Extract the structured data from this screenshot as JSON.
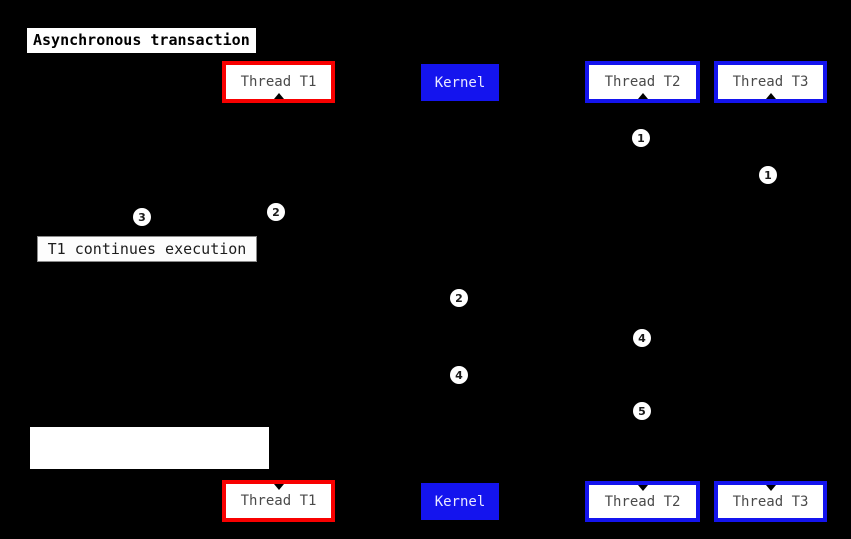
{
  "canvas": {
    "background": "#000000"
  },
  "colors": {
    "thread_t1_border": "#f80000",
    "kernel_background": "#1414ee",
    "thread_t2_t3_border": "#1414ee",
    "box_background": "#ffffff",
    "box_text": "#4a4a4a",
    "title_text": "#000000",
    "marker_background": "#ffffff",
    "marker_text": "#1a1a1a"
  },
  "title": {
    "label": "Asynchronous transaction"
  },
  "participants": {
    "top": [
      {
        "label": "Thread T1"
      },
      {
        "label": "Kernel"
      },
      {
        "label": "Thread T2"
      },
      {
        "label": "Thread T3"
      }
    ],
    "bottom": [
      {
        "label": "Thread T1"
      },
      {
        "label": "Kernel"
      },
      {
        "label": "Thread T2"
      },
      {
        "label": "Thread T3"
      }
    ]
  },
  "notes": {
    "t1_continues": "T1 continues execution",
    "blank_note": ""
  },
  "markers": [
    {
      "label": "1"
    },
    {
      "label": "1"
    },
    {
      "label": "2"
    },
    {
      "label": "3"
    },
    {
      "label": "2"
    },
    {
      "label": "4"
    },
    {
      "label": "4"
    },
    {
      "label": "5"
    }
  ]
}
